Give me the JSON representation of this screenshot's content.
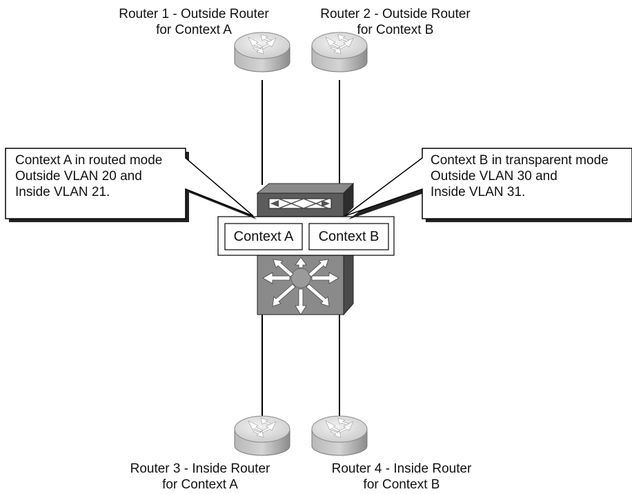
{
  "routers": {
    "r1": {
      "line1": "Router 1 - Outside Router",
      "line2": "for Context A"
    },
    "r2": {
      "line1": "Router 2 - Outside Router",
      "line2": "for Context B"
    },
    "r3": {
      "line1": "Router 3 - Inside Router",
      "line2": "for Context A"
    },
    "r4": {
      "line1": "Router 4 - Inside Router",
      "line2": "for Context B"
    }
  },
  "callouts": {
    "context_a": [
      "Context A in routed mode",
      "Outside VLAN 20 and",
      "Inside VLAN 21."
    ],
    "context_b": [
      "Context B in transparent mode",
      "Outside VLAN 30 and",
      "Inside VLAN 31."
    ]
  },
  "contexts": {
    "a": "Context A",
    "b": "Context B"
  },
  "colors": {
    "router_light": "#e6e6e6",
    "router_dark": "#9a9a9a",
    "switch_face": "#808080",
    "firewall_front": "#5a5a5a"
  }
}
